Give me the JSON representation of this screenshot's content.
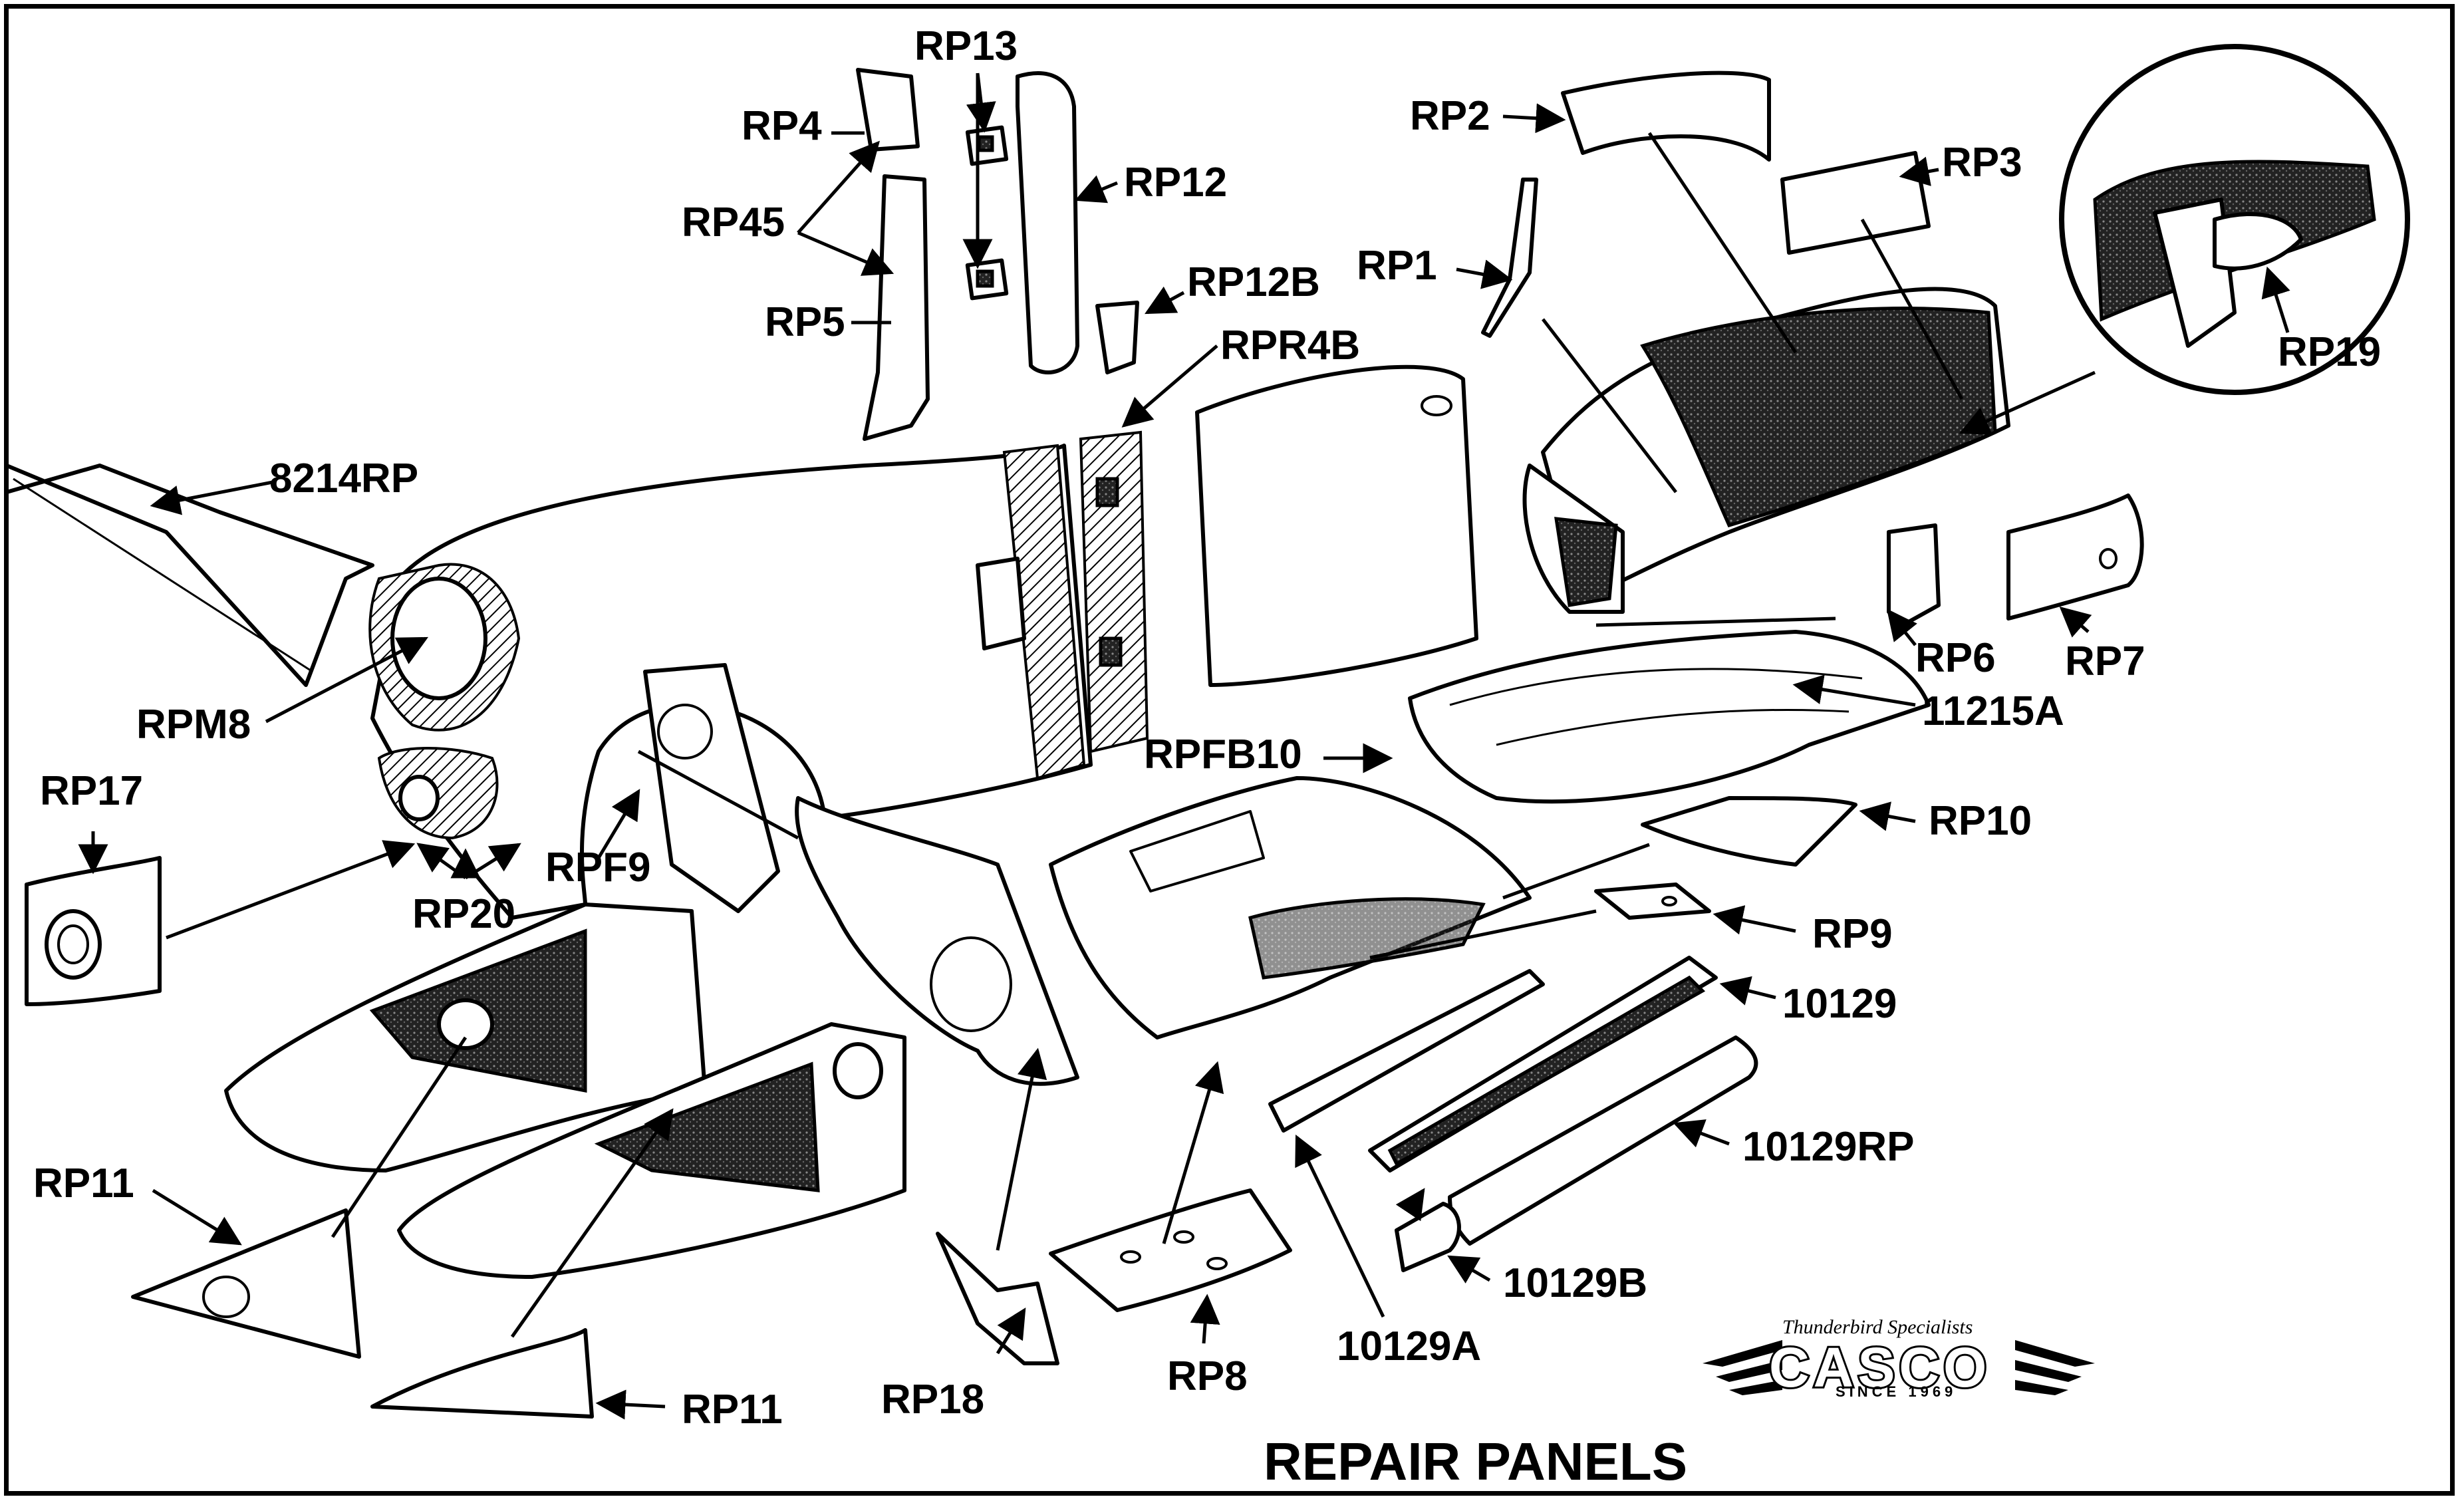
{
  "title": "REPAIR PANELS",
  "logo": {
    "tagline": "Thunderbird Specialists",
    "name": "CASCO",
    "since": "SINCE 1969"
  },
  "labels": {
    "RP13": "RP13",
    "RP4": "RP4",
    "RP45": "RP45",
    "RP5": "RP5",
    "RP12": "RP12",
    "RP12B": "RP12B",
    "RPR4B": "RPR4B",
    "RP2": "RP2",
    "RP3": "RP3",
    "RP1": "RP1",
    "RP19": "RP19",
    "8214RP": "8214RP",
    "RPM8": "RPM8",
    "RP17": "RP17",
    "RP20": "RP20",
    "RPF9": "RPF9",
    "RP6": "RP6",
    "RP7": "RP7",
    "11215A": "11215A",
    "RPFB10": "RPFB10",
    "RP10": "RP10",
    "RP9": "RP9",
    "10129": "10129",
    "10129RP": "10129RP",
    "10129B": "10129B",
    "10129A": "10129A",
    "RP11_top": "RP11",
    "RP11_bottom": "RP11",
    "RP18": "RP18",
    "RP8": "RP8"
  }
}
